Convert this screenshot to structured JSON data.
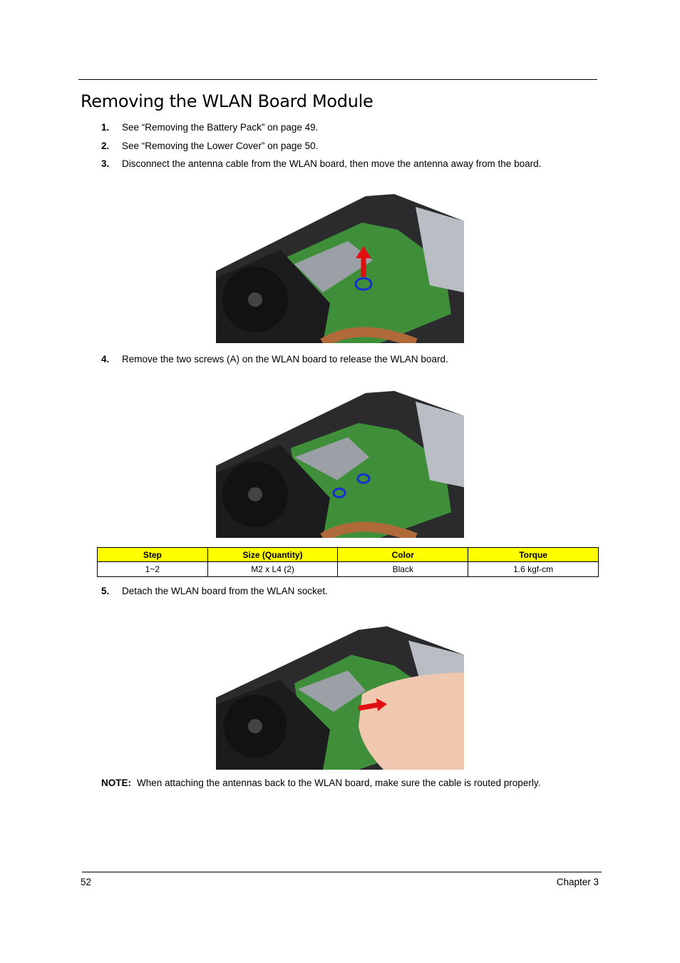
{
  "title": "Removing the WLAN Board Module",
  "steps": [
    {
      "num": "1.",
      "text": "See “Removing the Battery Pack” on page 49."
    },
    {
      "num": "2.",
      "text": "See “Removing the Lower Cover” on page 50."
    },
    {
      "num": "3.",
      "text": "Disconnect the antenna cable from the WLAN board, then move the antenna away from the board."
    },
    {
      "num": "4.",
      "text": "Remove the two screws (A) on the WLAN board to release the WLAN board."
    },
    {
      "num": "5.",
      "text": "Detach the WLAN board from the WLAN socket."
    }
  ],
  "screw_table": {
    "headers": [
      "Step",
      "Size (Quantity)",
      "Color",
      "Torque"
    ],
    "row": [
      "1~2",
      "M2 x L4 (2)",
      "Black",
      "1.6 kgf-cm"
    ]
  },
  "note": {
    "label": "NOTE:",
    "text": "When attaching the antennas back to the WLAN board, make sure the cable is routed properly."
  },
  "footer": {
    "page": "52",
    "chapter": "Chapter 3"
  },
  "colors": {
    "table_header": "#ffff00",
    "board_green": "#3f8f3a",
    "marker_blue": "#1a2fd0",
    "arrow_red": "#e01010"
  }
}
